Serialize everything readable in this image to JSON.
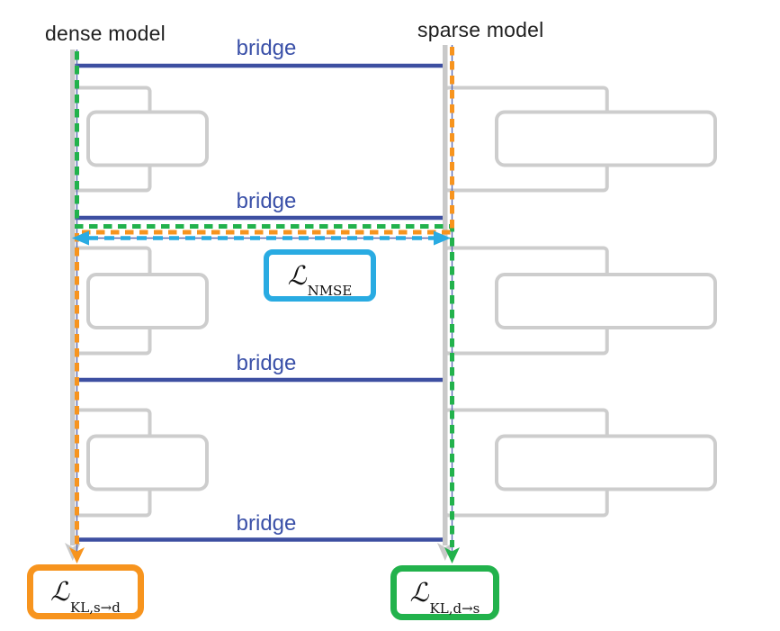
{
  "title_labels": {
    "dense": "dense model",
    "sparse": "sparse model"
  },
  "bridges": {
    "labels": [
      "bridge",
      "bridge",
      "bridge",
      "bridge"
    ]
  },
  "losses": {
    "nmse": {
      "symbol": "ℒ",
      "subscript": "NMSE"
    },
    "kl_s_to_d": {
      "symbol": "ℒ",
      "subscript": "KL,s→d"
    },
    "kl_d_to_s": {
      "symbol": "ℒ",
      "subscript": "KL,d→s"
    }
  },
  "colors": {
    "bridge_line": "#3D4FA1",
    "bridge_text": "#3A50A8",
    "green": "#22B24C",
    "orange": "#F7941E",
    "cyan": "#29ABE2",
    "block_gray": "#CDCDCD",
    "trunk_gray": "#C9C9C9",
    "rail_blue": "#5C6CB5"
  }
}
